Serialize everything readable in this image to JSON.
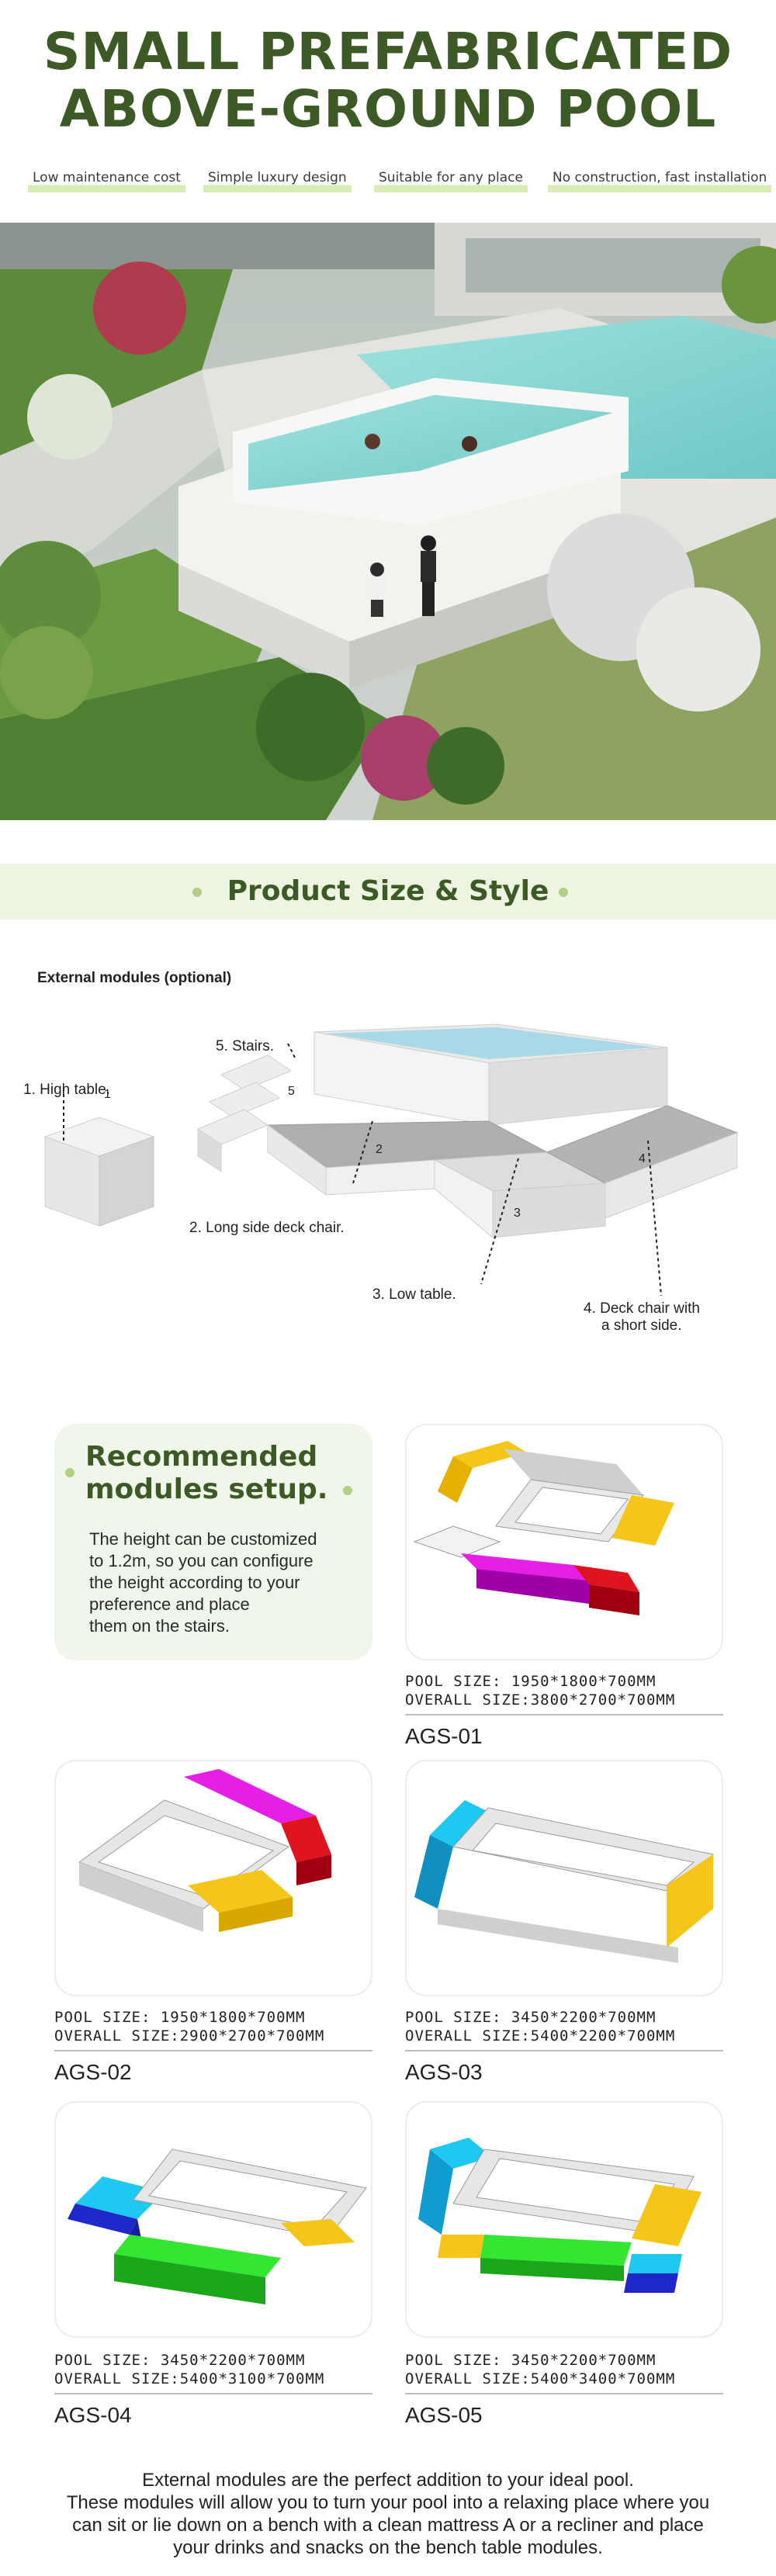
{
  "header": {
    "title_line1": "SMALL PREFABRICATED",
    "title_line2": "ABOVE-GROUND POOL",
    "features": [
      "Low maintenance cost",
      "Simple luxury design",
      "Suitable for any place",
      "No construction, fast installation"
    ]
  },
  "section": {
    "title": "Product Size & Style"
  },
  "external_modules": {
    "title": "External modules (optional)",
    "labels": {
      "high_table": "1.  High table.",
      "long_side": "2.  Long side deck chair.",
      "low_table": "3.  Low table.",
      "short_side_line1": "4.  Deck chair with",
      "short_side_line2": "a short side.",
      "stairs": "5.  Stairs."
    },
    "numbers": [
      "1",
      "2",
      "3",
      "4",
      "5"
    ]
  },
  "recommended": {
    "title_line1": "Recommended",
    "title_line2": "modules setup.",
    "text_lines": [
      "The height can be customized",
      "to 1.2m, so you can configure",
      "the height according to your",
      "preference and place",
      "them on the stairs."
    ]
  },
  "models": [
    {
      "code": "AGS-01",
      "pool_size": "POOL SIZE:  1950*1800*700MM",
      "overall_size": "OVERALL SIZE:3800*2700*700MM"
    },
    {
      "code": "AGS-02",
      "pool_size": "POOL SIZE:  1950*1800*700MM",
      "overall_size": "OVERALL SIZE:2900*2700*700MM"
    },
    {
      "code": "AGS-03",
      "pool_size": "POOL SIZE:  3450*2200*700MM",
      "overall_size": "OVERALL SIZE:5400*2200*700MM"
    },
    {
      "code": "AGS-04",
      "pool_size": "POOL SIZE:  3450*2200*700MM",
      "overall_size": "OVERALL SIZE:5400*3100*700MM"
    },
    {
      "code": "AGS-05",
      "pool_size": "POOL SIZE:  3450*2200*700MM",
      "overall_size": "OVERALL SIZE:5400*3400*700MM"
    }
  ],
  "footer": {
    "lines": [
      "External modules are the perfect addition to your ideal pool.",
      "These modules will allow you to turn your pool into a relaxing place where you",
      "can sit or lie down on a bench with a clean mattress A or a recliner and place",
      "your drinks and snacks on the bench table modules."
    ]
  },
  "colors": {
    "brand_green": "#3d5a26",
    "accent_light_green": "#d8ecb6",
    "module_yellow": "#f5c518",
    "module_magenta": "#e61ee6",
    "module_red": "#e0141e",
    "module_cyan": "#1ec8f0",
    "module_green": "#32e632",
    "module_blue": "#1e28c8"
  }
}
